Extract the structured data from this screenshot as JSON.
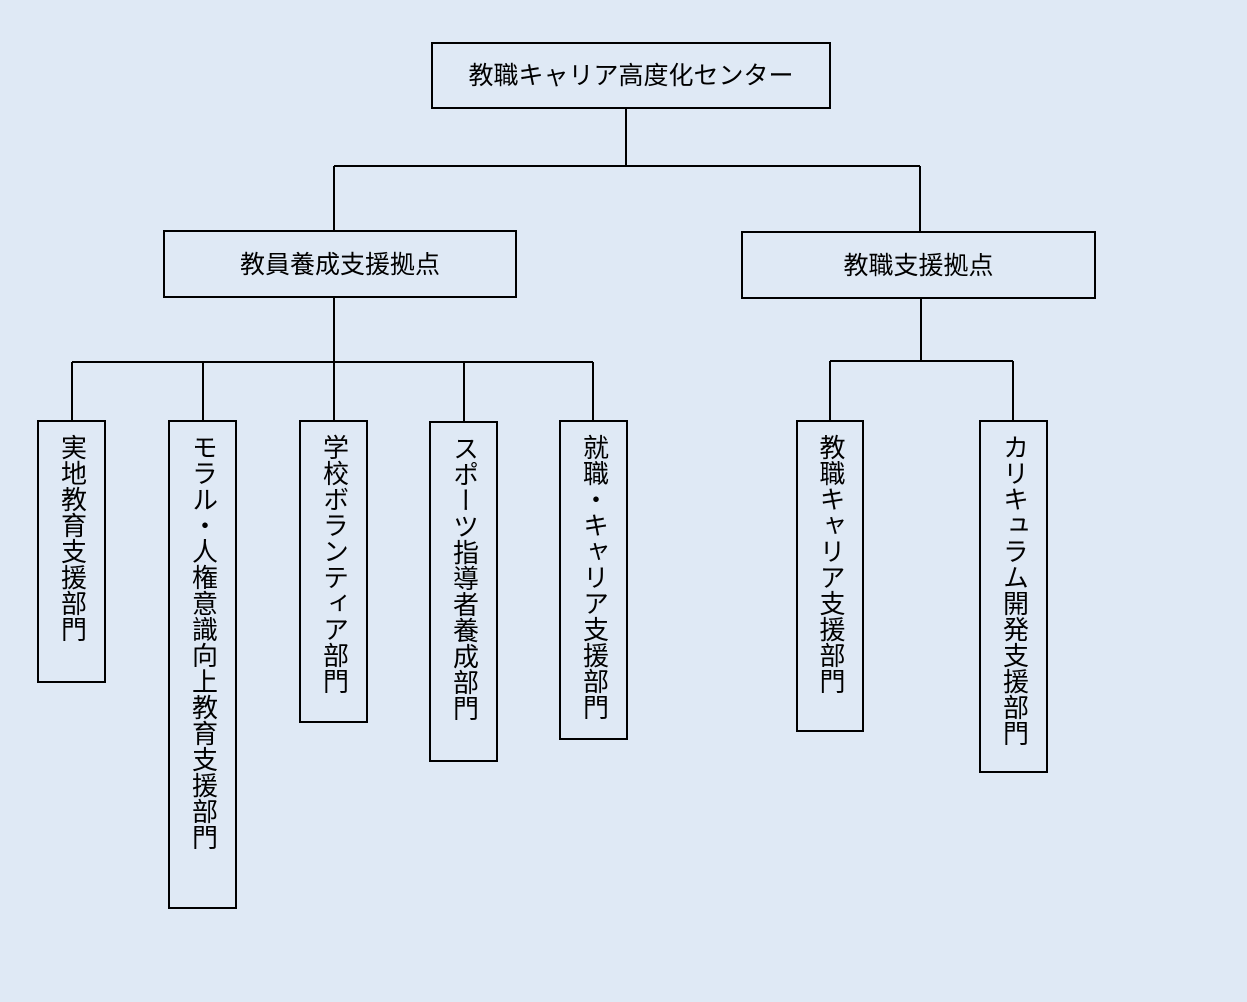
{
  "chart": {
    "root": {
      "label": "教職キャリア高度化センター"
    },
    "branches": [
      {
        "label": "教員養成支援拠点",
        "departments": [
          "実地教育支援部門",
          "モラル・人権意識向上教育支援部門",
          "学校ボランティア部門",
          "スポーツ指導者養成部門",
          "就職・キャリア支援部門"
        ]
      },
      {
        "label": "教職支援拠点",
        "departments": [
          "教職キャリア支援部門",
          "カリキュラム開発支援部門"
        ]
      }
    ]
  },
  "colors": {
    "background": "#dfe9f5",
    "line": "#000000"
  }
}
